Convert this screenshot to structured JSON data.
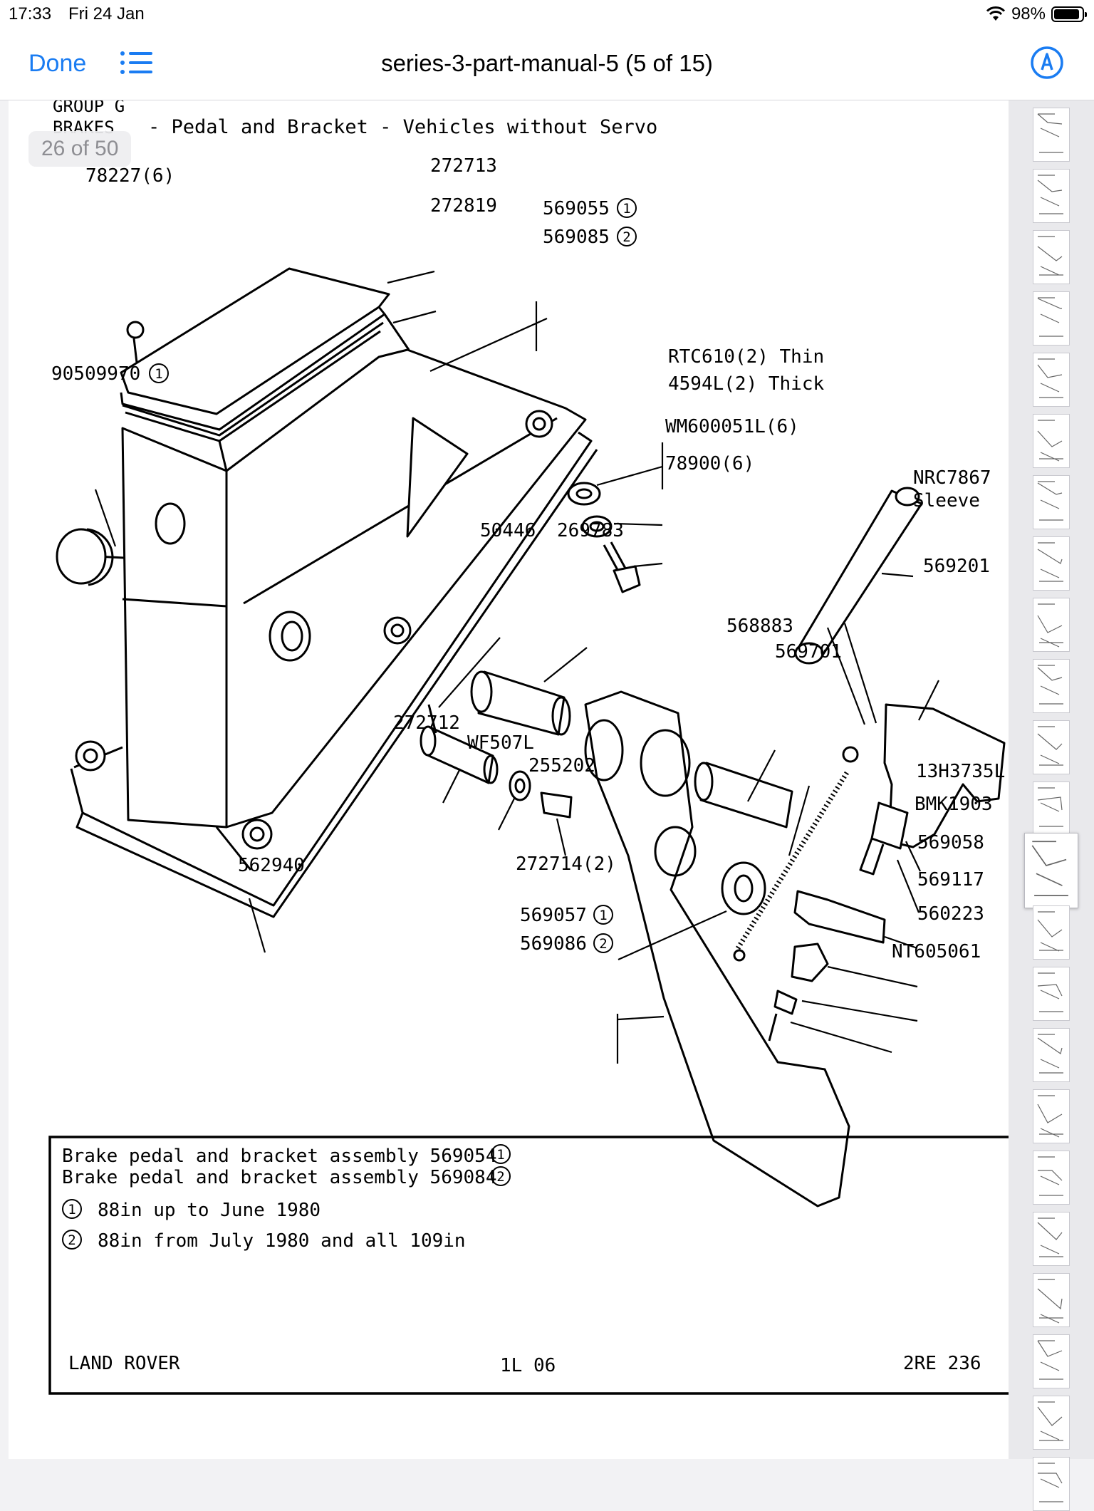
{
  "status_bar": {
    "time": "17:33",
    "date": "Fri 24 Jan",
    "battery": "98%",
    "battery_level": 0.98
  },
  "nav": {
    "done_label": "Done",
    "title": "series-3-part-manual-5 (5 of 15)",
    "list_icon": "list-icon",
    "markup_icon": "markup-pen-icon",
    "accent_color": "#1a7cf2"
  },
  "page_counter": "26 of 50",
  "document": {
    "group": "GROUP G",
    "heading_prefix": "BRAKES",
    "heading": "- Pedal and Bracket - Vehicles without Servo",
    "callouts": {
      "c78227": "78227(6)",
      "c272713": "272713",
      "c272819": "272819",
      "c569055": "569055",
      "c569085": "569085",
      "c90509970": "90509970",
      "cRTC610": "RTC610(2) Thin",
      "c4594L": "4594L(2) Thick",
      "cWM600051L": "WM600051L(6)",
      "c78900": "78900(6)",
      "cNRC7867": "NRC7867",
      "sleeve": "Sleeve",
      "c50446": "50446",
      "c269783": "269783",
      "c569201": "569201",
      "c568883": "568883",
      "c569701": "569701",
      "c272712": "272712",
      "cWF507L": "WF507L",
      "c255202": "255202",
      "c13H3735L": "13H3735L",
      "cBMK1903": "BMK1903",
      "c562940": "562940",
      "c569058": "569058",
      "c272714": "272714(2)",
      "c569117": "569117",
      "c560223": "560223",
      "c569057": "569057",
      "c569086": "569086",
      "cNT605061": "NT605061"
    },
    "marker_1": "1",
    "marker_2": "2",
    "box": {
      "line1": "Brake pedal and bracket assembly 569054",
      "line2": "Brake pedal and bracket assembly 569084",
      "note1": "88in up to June 1980",
      "note2": "88in from July 1980 and all 109in",
      "footer_left": "LAND ROVER",
      "footer_center": "1L 06",
      "footer_right": "2RE 236"
    }
  },
  "thumbnails": {
    "count": 23,
    "selected_index": 12
  }
}
